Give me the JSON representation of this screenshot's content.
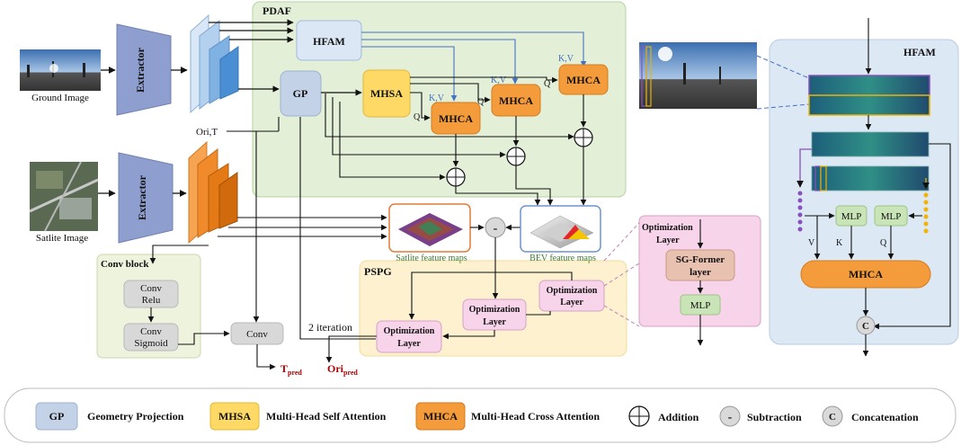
{
  "pdaf": {
    "title": "PDAF",
    "hfam": "HFAM",
    "gp": "GP",
    "mhsa": "MHSA",
    "mhca": "MHCA",
    "kv": "K,V",
    "q": "Q"
  },
  "inputs": {
    "ground": "Ground Image",
    "satellite": "Satlite Image",
    "extractor": "Extractor",
    "ori_t": "Ori,T"
  },
  "convblock": {
    "title": "Conv block",
    "conv_relu_1": "Conv",
    "conv_relu_2": "Relu",
    "conv_sig_1": "Conv",
    "conv_sig_2": "Sigmoid",
    "conv": "Conv"
  },
  "outputs": {
    "t_main": "T",
    "t_sub": "pred",
    "ori_main": "Ori",
    "ori_sub": "pred",
    "iteration": "2 iteration"
  },
  "maps": {
    "sat": "Satlite feature maps",
    "bev": "BEV feature maps",
    "subtract": "-"
  },
  "pspg": {
    "title": "PSPG",
    "opt_1": "Optimization",
    "opt_2": "Layer"
  },
  "optdetail": {
    "title_1": "Optimization",
    "title_2": "Layer",
    "sg_1": "SG-Former",
    "sg_2": "layer",
    "mlp": "MLP"
  },
  "hfam_panel": {
    "title": "HFAM",
    "mlp": "MLP",
    "mhca": "MHCA",
    "v": "V",
    "k": "K",
    "q": "Q",
    "concat": "C"
  },
  "legend": {
    "gp_tag": "GP",
    "gp_text": "Geometry Projection",
    "mhsa_tag": "MHSA",
    "mhsa_text": "Multi-Head Self Attention",
    "mhca_tag": "MHCA",
    "mhca_text": "Multi-Head Cross Attention",
    "add_text": "Addition",
    "sub_sym": "-",
    "sub_text": "Subtraction",
    "cat_sym": "C",
    "cat_text": "Concatenation"
  },
  "colors": {
    "pdaf_bg": "#e3efd6",
    "pspg_bg": "#fdf1cf",
    "hfam_bg": "#dce8f4",
    "opt_bg": "#f7d4ea",
    "gp": "#c3d2e6",
    "mhsa": "#ffd966",
    "mhca": "#f49c3c",
    "extractor": "#8e9fcf",
    "mlp": "#c9e5b8",
    "sgformer": "#e8c1b0",
    "accent_red": "#b00000"
  }
}
